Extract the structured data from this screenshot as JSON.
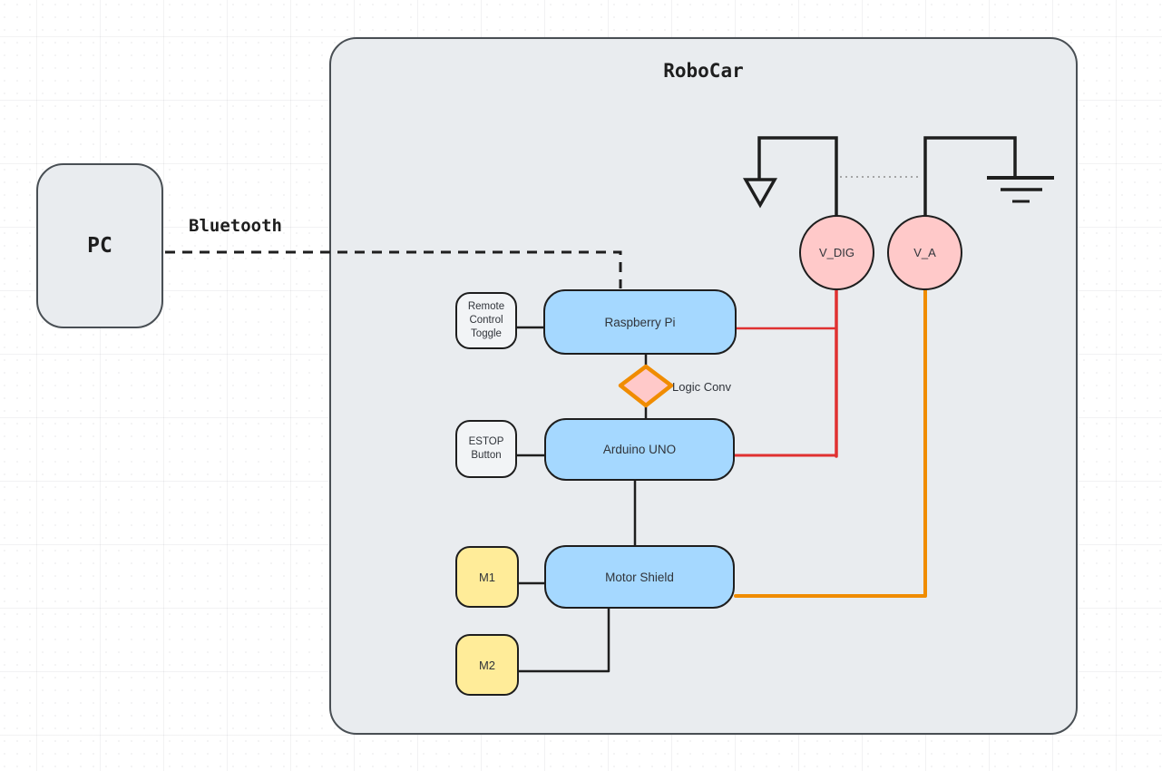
{
  "colors": {
    "ink": "#1e1e1e",
    "gray": "#e9ecef",
    "blue": "#a5d8ff",
    "yellow": "#ffec99",
    "pink": "#ffc9c9",
    "red": "#e03131",
    "orange": "#f08c00"
  },
  "diagram": {
    "container_title": "RoboCar",
    "nodes": {
      "pc": {
        "label": "PC"
      },
      "remote_control_toggle": {
        "label": "Remote Control Toggle"
      },
      "raspberry_pi": {
        "label": "Raspberry Pi"
      },
      "logic_conv": {
        "label": "Logic Conv"
      },
      "estop_button": {
        "label": "ESTOP Button"
      },
      "arduino_uno": {
        "label": "Arduino UNO"
      },
      "m1": {
        "label": "M1"
      },
      "motor_shield": {
        "label": "Motor Shield"
      },
      "m2": {
        "label": "M2"
      },
      "v_dig": {
        "label": "V_DIG"
      },
      "v_a": {
        "label": "V_A"
      }
    },
    "edges": [
      {
        "from": "pc",
        "to": "raspberry_pi",
        "label": "Bluetooth",
        "style": "dashed",
        "color": "black"
      },
      {
        "from": "remote_control_toggle",
        "to": "raspberry_pi",
        "style": "solid",
        "color": "black"
      },
      {
        "from": "raspberry_pi",
        "to": "arduino_uno",
        "via": "logic_conv",
        "style": "solid",
        "color": "black"
      },
      {
        "from": "estop_button",
        "to": "arduino_uno",
        "style": "solid",
        "color": "black"
      },
      {
        "from": "arduino_uno",
        "to": "motor_shield",
        "style": "solid",
        "color": "black"
      },
      {
        "from": "m1",
        "to": "motor_shield",
        "style": "solid",
        "color": "black"
      },
      {
        "from": "m2",
        "to": "motor_shield",
        "style": "solid",
        "color": "black"
      },
      {
        "from": "raspberry_pi",
        "to": "v_dig",
        "style": "solid",
        "color": "red"
      },
      {
        "from": "arduino_uno",
        "to": "v_dig",
        "style": "solid",
        "color": "red"
      },
      {
        "from": "motor_shield",
        "to": "v_a",
        "style": "solid",
        "color": "orange"
      },
      {
        "from": "v_dig",
        "to": "signal_ground",
        "style": "solid",
        "color": "black"
      },
      {
        "from": "v_a",
        "to": "earth_ground",
        "style": "solid",
        "color": "black"
      },
      {
        "from": "signal_ground",
        "to": "earth_ground",
        "style": "dotted",
        "color": "gray"
      }
    ],
    "bluetooth_label": "Bluetooth"
  }
}
